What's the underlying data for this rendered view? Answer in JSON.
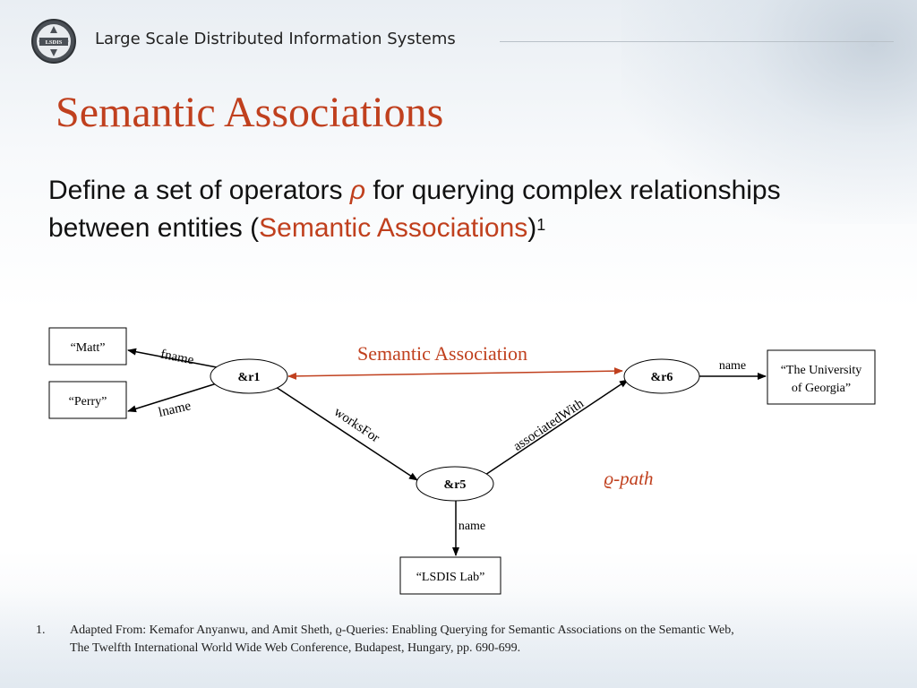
{
  "header": {
    "logo_text": "LSDIS",
    "title": "Large Scale Distributed Information Systems"
  },
  "slide": {
    "title": "Semantic Associations",
    "body": {
      "part1": "Define a set of operators ",
      "rho": "ρ",
      "part2": " for querying complex relationships between entities (",
      "highlight": "Semantic Associations",
      "part3": ")",
      "sup": "1"
    }
  },
  "diagram": {
    "nodes": {
      "r1": "&r1",
      "r5": "&r5",
      "r6": "&r6"
    },
    "literals": {
      "matt": "“Matt”",
      "perry": "“Perry”",
      "uga_line1": "“The University",
      "uga_line2": "of Georgia”",
      "lsdis": "“LSDIS Lab”"
    },
    "edges": {
      "fname": "fname",
      "lname": "lname",
      "worksFor": "worksFor",
      "associatedWith": "associatedWith",
      "name_r6": "name",
      "name_r5": "name"
    },
    "semantic_association_label": "Semantic Association",
    "path_label": "ϱ-path",
    "colors": {
      "accent": "#c0401e",
      "line": "#000000"
    }
  },
  "footnote": {
    "number": "1.",
    "line1": "Adapted From: Kemafor Anyanwu, and Amit Sheth, ϱ-Queries: Enabling Querying for Semantic Associations on the Semantic Web,",
    "line2": "The Twelfth International World Wide Web Conference, Budapest, Hungary, pp. 690-699."
  }
}
